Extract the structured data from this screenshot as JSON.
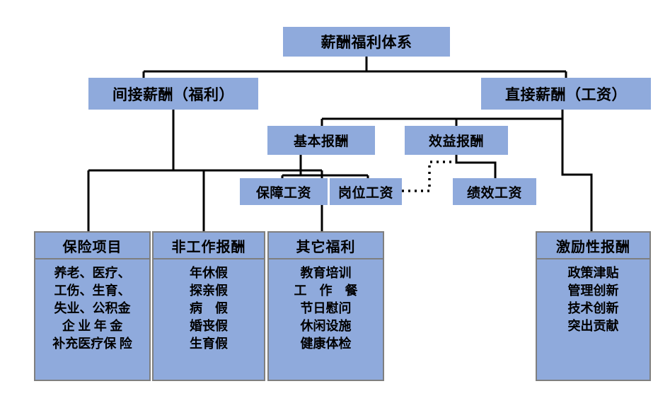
{
  "diagram": {
    "title": "薪酬福利体系",
    "type": "hierarchy-org-chart",
    "colors": {
      "node_fill": "#8faadc",
      "node_border": "#7f7f7f",
      "connector": "#000000",
      "background": "#ffffff",
      "text": "#000000"
    },
    "nodes": {
      "root": {
        "label": "薪酬福利体系"
      },
      "indirect": {
        "label": "间接薪酬（福利）"
      },
      "direct": {
        "label": "直接薪酬（工资）"
      },
      "basic_pay": {
        "label": "基本报酬"
      },
      "benefit_pay": {
        "label": "效益报酬"
      },
      "guarantee_wage": {
        "label": "保障工资"
      },
      "position_wage": {
        "label": "岗位工资"
      },
      "performance_wage": {
        "label": "绩效工资"
      }
    },
    "panels": [
      {
        "key": "insurance",
        "header": "保险项目",
        "lines": [
          "养老、医疗、",
          "工伤、生育、",
          "失业、公积金",
          "企 业 年 金",
          "补充医疗保 险"
        ]
      },
      {
        "key": "non_work_pay",
        "header": "非工作报酬",
        "lines": [
          "年休假",
          "探亲假",
          "病　假",
          "婚丧假",
          "生育假"
        ]
      },
      {
        "key": "other_benefits",
        "header": "其它福利",
        "lines": [
          "教育培训",
          "工　作　餐",
          "节日慰问",
          "休闲设施",
          "健康体检"
        ]
      },
      {
        "key": "incentive_pay",
        "header": "激励性报酬",
        "lines": [
          "政策津贴",
          "管理创新",
          "技术创新",
          "突出贡献"
        ]
      }
    ],
    "connectors": [
      {
        "name": "root-to-children",
        "style": "solid"
      },
      {
        "name": "direct-to-basic-and-benefit",
        "style": "solid"
      },
      {
        "name": "direct-to-incentive",
        "style": "solid"
      },
      {
        "name": "basic-to-wages",
        "style": "solid"
      },
      {
        "name": "benefit-to-performance-wage",
        "style": "solid"
      },
      {
        "name": "position-wage-to-benefit-pay",
        "style": "dotted"
      },
      {
        "name": "indirect-to-panels",
        "style": "solid"
      }
    ]
  }
}
